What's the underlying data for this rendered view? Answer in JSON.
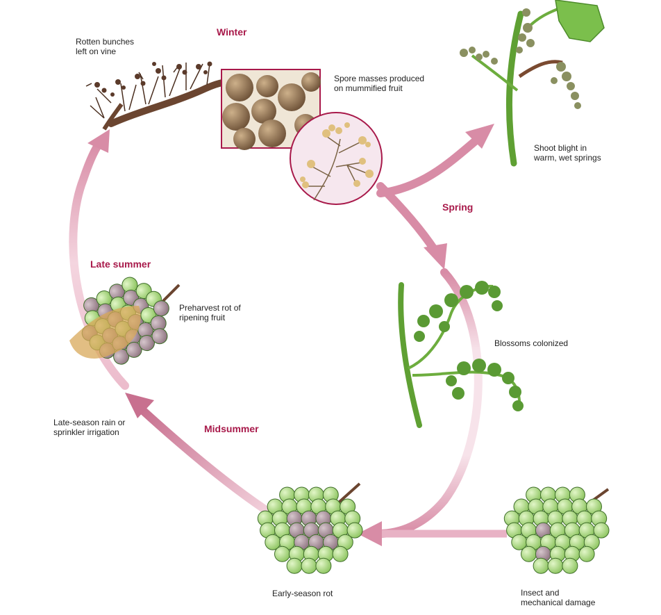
{
  "seasons": {
    "winter": "Winter",
    "spring": "Spring",
    "midsummer": "Midsummer",
    "late_summer": "Late summer"
  },
  "labels": {
    "rotten_bunches": [
      "Rotten bunches",
      "left on vine"
    ],
    "spore_masses": [
      "Spore masses produced",
      "on mummified fruit"
    ],
    "shoot_blight": [
      "Shoot blight in",
      "warm, wet springs"
    ],
    "blossoms": [
      "Blossoms colonized"
    ],
    "preharvest": [
      "Preharvest rot of",
      "ripening fruit"
    ],
    "late_season_rain": [
      "Late-season rain or",
      "sprinkler irrigation"
    ],
    "early_season_rot": [
      "Early-season rot"
    ],
    "insect_damage": [
      "Insect and",
      "mechanical damage"
    ]
  },
  "colors": {
    "arrow": "#d88ca6",
    "arrow_light": "#f1cfdb",
    "season_text": "#a8194a",
    "grape_green": "#9fd07a",
    "grape_rot": "#a8909a",
    "vine_brown": "#6b4530",
    "stem_green": "#5fa033",
    "mummy_brown": "#8a6d4e",
    "spore_tan": "#d8b872"
  }
}
